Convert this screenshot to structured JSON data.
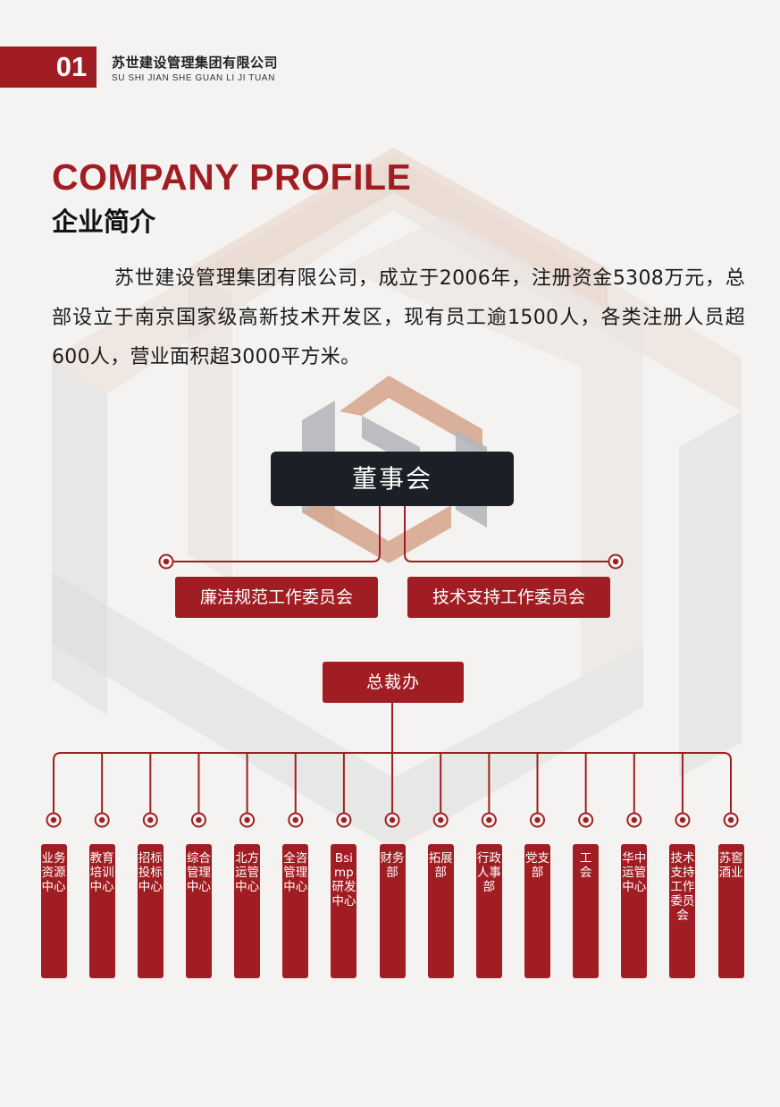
{
  "header": {
    "page_number": "01",
    "company_name_cn": "苏世建设管理集团有限公司",
    "company_name_pinyin": "SU SHI JIAN SHE GUAN LI JI TUAN"
  },
  "section": {
    "title_en": "COMPANY PROFILE",
    "title_cn": "企业简介",
    "intro": "苏世建设管理集团有限公司，成立于2006年，注册资金5308万元，总部设立于南京国家级高新技术开发区，现有员工逾1500人，各类注册人员超600人，营业面积超3000平方米。"
  },
  "org_chart": {
    "board": "董事会",
    "committees": [
      "廉洁规范工作委员会",
      "技术支持工作委员会"
    ],
    "ceo_office": "总裁办",
    "departments": [
      "业务资源中心",
      "教育培训中心",
      "招标投标中心",
      "综合管理中心",
      "北方运管中心",
      "全咨管理中心",
      "Bsimp研发中心",
      "财务部",
      "拓展部",
      "行政人事部",
      "党支部",
      "工 会",
      "华中运管中心",
      "技术支持工作委员会",
      "苏窖酒业"
    ]
  },
  "colors": {
    "brand_red": "#a01e23",
    "board_dark": "#1d1f26",
    "background": "#f4f3f1"
  }
}
